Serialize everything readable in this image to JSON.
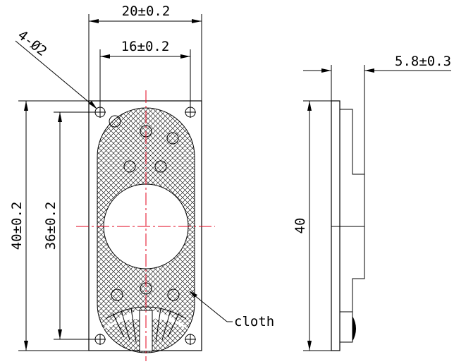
{
  "drawing": {
    "front_view": {
      "dim_overall_width": "20±0.2",
      "dim_hole_spacing_x": "16±0.2",
      "dim_overall_height": "40±0.2",
      "dim_hole_spacing_y": "36±0.2",
      "hole_callout": "4-Ø2",
      "material_label": "cloth"
    },
    "side_view": {
      "dim_depth": "5.8±0.3",
      "dim_height": "40"
    },
    "colors": {
      "line": "#000000",
      "centerline": "#e0001b",
      "background": "#ffffff"
    }
  }
}
